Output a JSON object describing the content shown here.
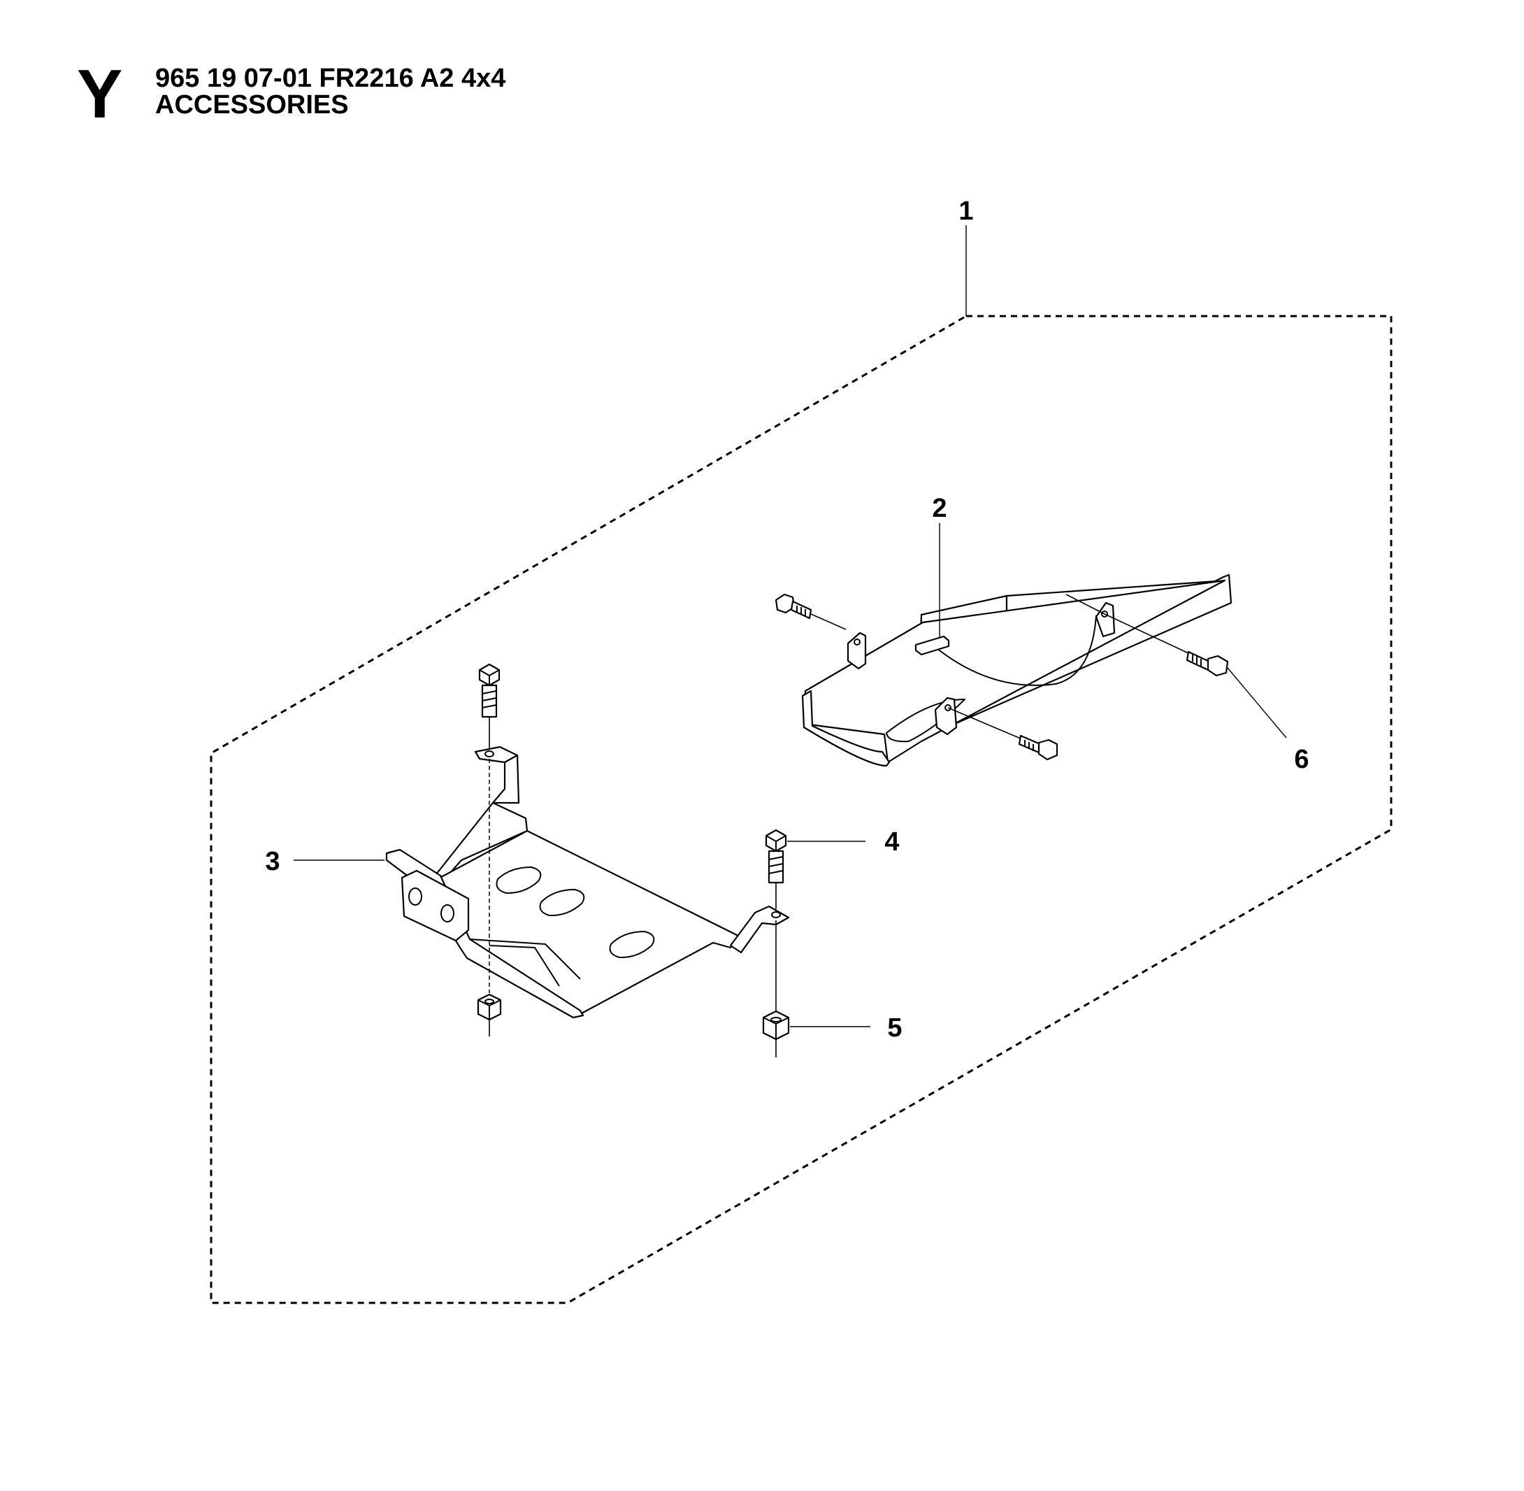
{
  "header": {
    "section_letter": "Y",
    "part_number": "965 19 07-01 FR2216 A2 4x4",
    "title": "ACCESSORIES"
  },
  "callouts": [
    "1",
    "2",
    "3",
    "4",
    "5",
    "6"
  ]
}
